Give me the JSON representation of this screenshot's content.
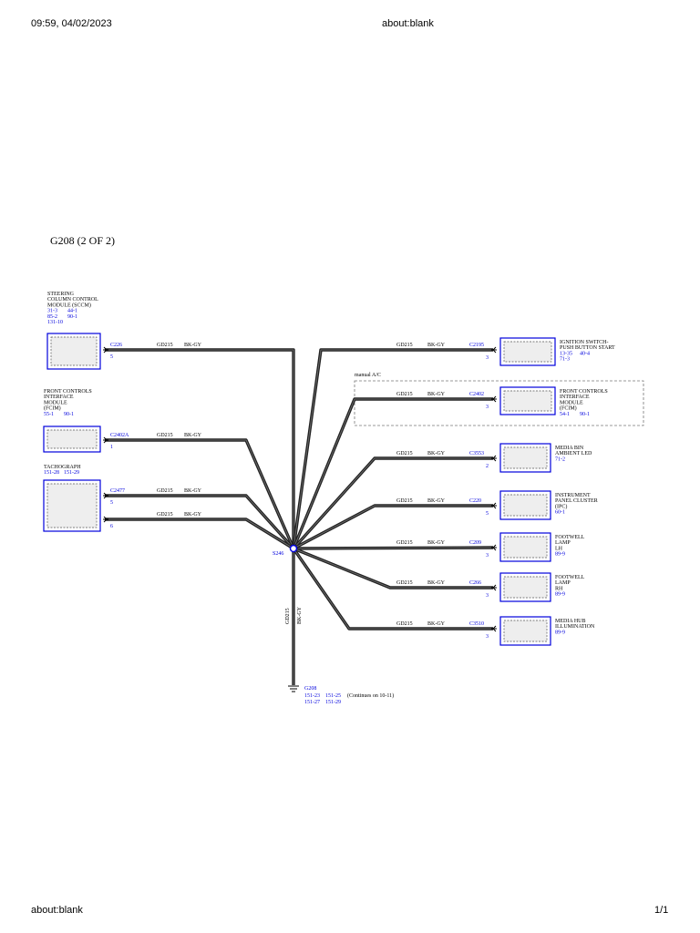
{
  "header": {
    "datetime": "09:59, 04/02/2023",
    "url": "about:blank"
  },
  "footer": {
    "url": "about:blank",
    "page": "1/1"
  },
  "diagram": {
    "title": "G208 (2 OF 2)",
    "manual_ac_label": "manual A/C",
    "splice": "S246",
    "vertical_wire": {
      "circuit": "GD215",
      "color": "BK-GY"
    },
    "ground": {
      "name": "G208",
      "refs": [
        "151-23",
        "151-25",
        "151-27",
        "151-29"
      ],
      "note": "(Continues on 10-11)"
    },
    "left_modules": [
      {
        "id": "sccm",
        "lines": [
          "STEERING",
          "COLUMN CONTROL",
          "MODULE (SCCM)"
        ],
        "refs": [
          "31-3",
          "44-1",
          "85-2",
          "90-1",
          "131-10"
        ],
        "connectors": [
          {
            "connector": "C226",
            "pin": "5",
            "circuit": "GD215",
            "color": "BK-GY"
          }
        ]
      },
      {
        "id": "fcim-left",
        "lines": [
          "FRONT CONTROLS",
          "INTERFACE",
          "MODULE",
          "(FCIM)"
        ],
        "refs": [
          "55-1",
          "90-1"
        ],
        "connectors": [
          {
            "connector": "C2402A",
            "pin": "1",
            "circuit": "GD215",
            "color": "BK-GY"
          }
        ]
      },
      {
        "id": "tachograph",
        "lines": [
          "TACHOGRAPH"
        ],
        "refs": [
          "151-28",
          "151-29"
        ],
        "connectors": [
          {
            "connector": "C2477",
            "pin": "5",
            "circuit": "GD215",
            "color": "BK-GY"
          },
          {
            "connector": "",
            "pin": "6",
            "circuit": "GD215",
            "color": "BK-GY"
          }
        ]
      }
    ],
    "right_modules": [
      {
        "id": "ignition-switch",
        "lines": [
          "IGNITION SWITCH-",
          "PUSH BUTTON START"
        ],
        "refs": [
          "13-35",
          "40-4",
          "71-3"
        ],
        "connector": "C2195",
        "pin": "3",
        "circuit": "GD215",
        "color": "BK-GY"
      },
      {
        "id": "fcim-right",
        "lines": [
          "FRONT CONTROLS",
          "INTERFACE",
          "MODULE",
          "(FCIM)"
        ],
        "refs": [
          "54-1",
          "90-1"
        ],
        "connector": "C2402",
        "pin": "3",
        "circuit": "GD215",
        "color": "BK-GY"
      },
      {
        "id": "media-bin",
        "lines": [
          "MEDIA BIN",
          "AMBIENT LED"
        ],
        "refs": [
          "71-2"
        ],
        "connector": "C3553",
        "pin": "2",
        "circuit": "GD215",
        "color": "BK-GY"
      },
      {
        "id": "ipc",
        "lines": [
          "INSTRUMENT",
          "PANEL CLUSTER",
          "(IPC)"
        ],
        "refs": [
          "60-1"
        ],
        "connector": "C220",
        "pin": "5",
        "circuit": "GD215",
        "color": "BK-GY"
      },
      {
        "id": "footwell-lh",
        "lines": [
          "FOOTWELL",
          "LAMP",
          "LH"
        ],
        "refs": [
          "89-9"
        ],
        "connector": "C209",
        "pin": "3",
        "circuit": "GD215",
        "color": "BK-GY"
      },
      {
        "id": "footwell-rh",
        "lines": [
          "FOOTWELL",
          "LAMP",
          "RH"
        ],
        "refs": [
          "89-9"
        ],
        "connector": "C266",
        "pin": "3",
        "circuit": "GD215",
        "color": "BK-GY"
      },
      {
        "id": "media-hub",
        "lines": [
          "MEDIA HUB",
          "ILLUMINATION"
        ],
        "refs": [
          "89-9"
        ],
        "connector": "C3510",
        "pin": "3",
        "circuit": "GD215",
        "color": "BK-GY"
      }
    ]
  }
}
